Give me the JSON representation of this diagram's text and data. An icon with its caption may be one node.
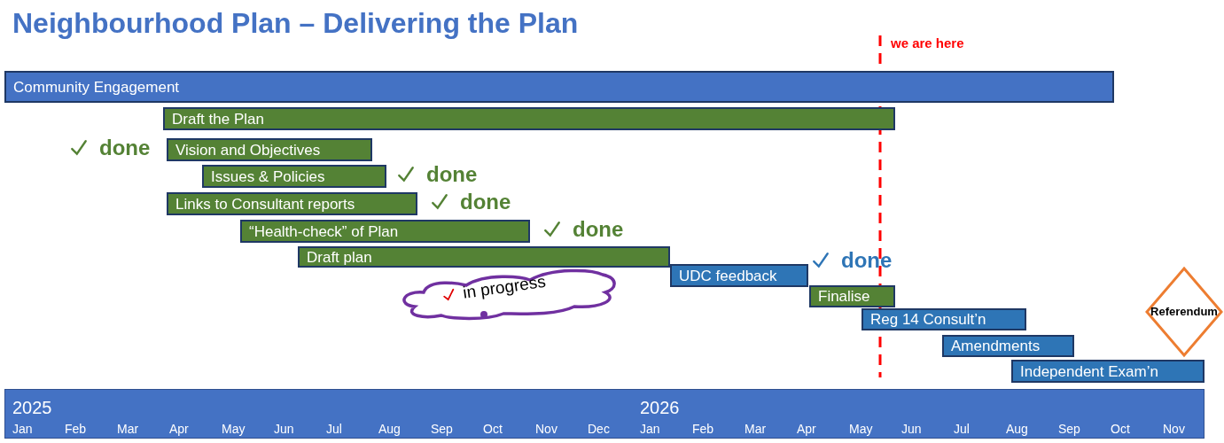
{
  "diagram": {
    "title": "Neighbourhood Plan – Delivering the Plan",
    "nodes": [
      {
        "text": [
          "Community Engagement"
        ]
      },
      {
        "text": [
          "Draft the Plan"
        ]
      },
      {
        "text": [
          "Vision and Objectives"
        ]
      },
      {
        "text": [
          "Issues & Policies"
        ]
      },
      {
        "text": [
          "Links to Consultant reports"
        ]
      },
      {
        "text": [
          "“Health-check” of Plan"
        ]
      },
      {
        "text": [
          "Draft plan"
        ]
      },
      {
        "text": [
          "UDC feedback"
        ]
      },
      {
        "text": [
          "Finalise"
        ]
      },
      {
        "text": [
          "Reg 14 Consult’n"
        ]
      },
      {
        "text": [
          "Amendments"
        ]
      },
      {
        "text": [
          "Independent Exam’n"
        ]
      },
      {
        "text": [
          "in progress"
        ]
      },
      {
        "text": [
          "Referendum"
        ]
      }
    ],
    "labels": [
      "we are here",
      "done",
      "done",
      "done",
      "done",
      "done",
      "2025",
      "2026",
      "Jan",
      "Feb",
      "Mar",
      "Apr",
      "May",
      "Jun",
      "Jul",
      "Aug",
      "Sep",
      "Oct",
      "Nov",
      "Dec",
      "Jan",
      "Feb",
      "Mar",
      "Apr",
      "May",
      "Jun",
      "Jul",
      "Aug",
      "Sep",
      "Oct",
      "Nov"
    ]
  }
}
